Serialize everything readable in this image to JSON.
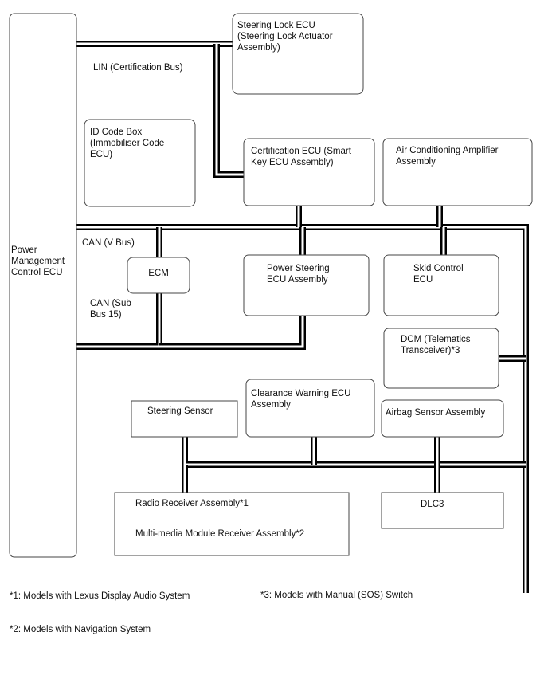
{
  "ecus": {
    "power_mgmt": [
      "Power",
      "Management",
      "Control ECU"
    ],
    "steering_lock": [
      "Steering Lock ECU",
      "(Steering Lock Actuator",
      "Assembly)"
    ],
    "id_code_box": [
      "ID Code Box",
      "(Immobiliser Code",
      "ECU)"
    ],
    "certification": [
      "Certification ECU (Smart",
      "Key ECU Assembly)"
    ],
    "air_con": [
      "Air Conditioning Amplifier",
      "Assembly"
    ],
    "ecm": [
      "ECM"
    ],
    "power_steering": [
      "Power Steering",
      "ECU Assembly"
    ],
    "skid_control": [
      "Skid Control",
      "ECU"
    ],
    "dcm": [
      "DCM (Telematics",
      "Transceiver)*3"
    ],
    "steering_sensor": [
      "Steering Sensor"
    ],
    "clearance_warning": [
      "Clearance Warning ECU",
      "Assembly"
    ],
    "airbag": [
      "Airbag Sensor Assembly"
    ],
    "radio": [
      "Radio Receiver Assembly*1",
      "",
      "Multi-media Module Receiver Assembly*2"
    ],
    "dlc3": [
      "DLC3"
    ]
  },
  "bus_labels": {
    "lin": "LIN (Certification Bus)",
    "can_v": "CAN (V Bus)",
    "can_sub": [
      "CAN (Sub",
      "Bus 15)"
    ]
  },
  "notes": {
    "note1": "*1: Models with Lexus Display Audio System",
    "note2": "*2: Models with Navigation System",
    "note3": "*3: Models with Manual (SOS) Switch"
  }
}
